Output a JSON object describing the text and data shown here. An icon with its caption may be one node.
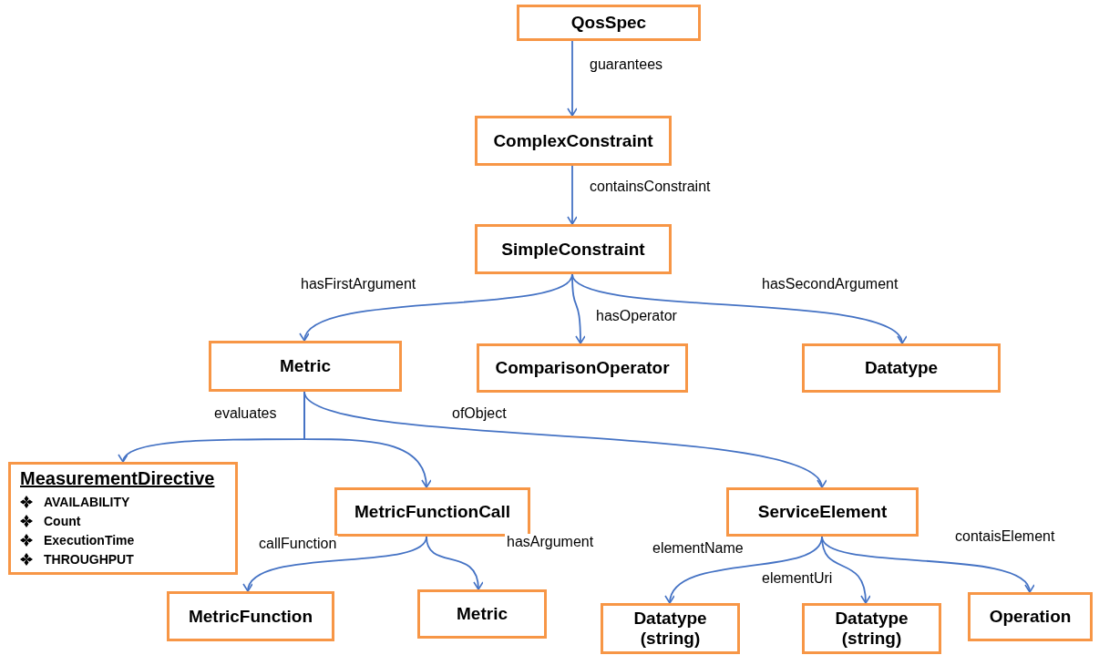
{
  "diagram": {
    "nodes": [
      {
        "text": [
          "QosSpec"
        ]
      },
      {
        "text": [
          "ComplexConstraint"
        ]
      },
      {
        "text": [
          "SimpleConstraint"
        ]
      },
      {
        "text": [
          "Metric"
        ]
      },
      {
        "text": [
          "ComparisonOperator"
        ]
      },
      {
        "text": [
          "Datatype"
        ]
      },
      {
        "text": [
          "MeasurementDirective",
          "AVAILABILITY",
          "Count",
          "ExecutionTime",
          "THROUGHPUT"
        ]
      },
      {
        "text": [
          "MetricFunctionCall"
        ]
      },
      {
        "text": [
          "ServiceElement"
        ]
      },
      {
        "text": [
          "MetricFunction"
        ]
      },
      {
        "text": [
          "Metric"
        ]
      },
      {
        "text": [
          "Datatype (string)"
        ]
      },
      {
        "text": [
          "Datatype (string)"
        ]
      },
      {
        "text": [
          "Operation"
        ]
      }
    ],
    "edges": [
      {
        "from": 0,
        "to": 1,
        "arrow": "to",
        "label": "guarantees"
      },
      {
        "from": 1,
        "to": 2,
        "arrow": "to",
        "label": "containsConstraint"
      },
      {
        "from": 2,
        "to": 3,
        "arrow": "to",
        "label": "hasFirstArgument"
      },
      {
        "from": 2,
        "to": 4,
        "arrow": "to",
        "label": "hasOperator"
      },
      {
        "from": 2,
        "to": 5,
        "arrow": "to",
        "label": "hasSecondArgument"
      },
      {
        "from": 3,
        "to": 6,
        "arrow": "to",
        "label": "evaluates"
      },
      {
        "from": 3,
        "to": 7,
        "arrow": "to"
      },
      {
        "from": 3,
        "to": 8,
        "arrow": "to",
        "label": "ofObject"
      },
      {
        "from": 7,
        "to": 9,
        "arrow": "to",
        "label": "callFunction"
      },
      {
        "from": 7,
        "to": 10,
        "arrow": "to",
        "label": "hasArgument"
      },
      {
        "from": 8,
        "to": 11,
        "arrow": "to",
        "label": "elementName"
      },
      {
        "from": 8,
        "to": 12,
        "arrow": "to",
        "label": "elementUri"
      },
      {
        "from": 8,
        "to": 13,
        "arrow": "to",
        "label": "contaisElement"
      }
    ]
  }
}
